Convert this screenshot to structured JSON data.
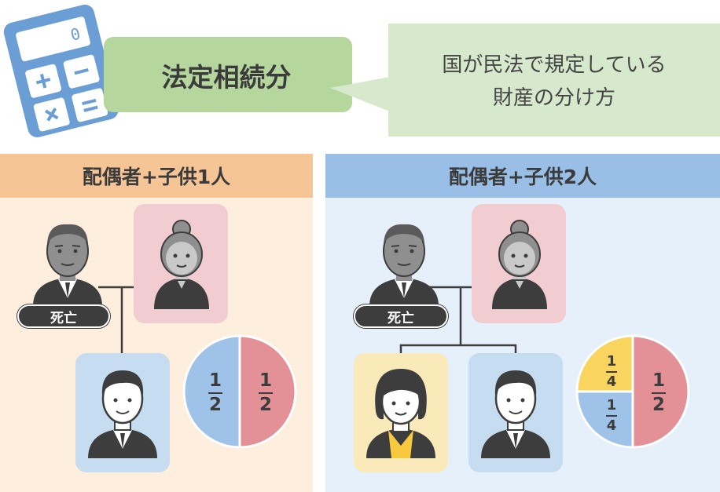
{
  "header": {
    "title": "法定相続分",
    "description_line1": "国が民法で規定している",
    "description_line2": "財産の分け方",
    "calculator_display": "0"
  },
  "panels": [
    {
      "heading": "配偶者+子供1人",
      "deceased_badge": "死亡",
      "shares": [
        {
          "holder": "spouse",
          "numerator": "1",
          "denominator": "2",
          "value": 0.5
        },
        {
          "holder": "child",
          "numerator": "1",
          "denominator": "2",
          "value": 0.5
        }
      ]
    },
    {
      "heading": "配偶者+子供2人",
      "deceased_badge": "死亡",
      "shares": [
        {
          "holder": "spouse",
          "numerator": "1",
          "denominator": "2",
          "value": 0.5
        },
        {
          "holder": "child-1",
          "numerator": "1",
          "denominator": "4",
          "value": 0.25
        },
        {
          "holder": "child-2",
          "numerator": "1",
          "denominator": "4",
          "value": 0.25
        }
      ]
    }
  ],
  "colors": {
    "title_box": "#b5d69d",
    "desc_box": "#d7e9cc",
    "panel1_head": "#f6c596",
    "panel1_body": "#fdeede",
    "panel2_head": "#99bfe6",
    "panel2_body": "#e5f0fb",
    "spouse_card": "#f1ccd0",
    "child_card_blue": "#c6dcf1",
    "child_card_yellow": "#fbeab9",
    "pie_red": "#e39096",
    "pie_blue": "#9fc3e8",
    "pie_yellow": "#f9d45e",
    "badge": "#3d3d3d"
  }
}
